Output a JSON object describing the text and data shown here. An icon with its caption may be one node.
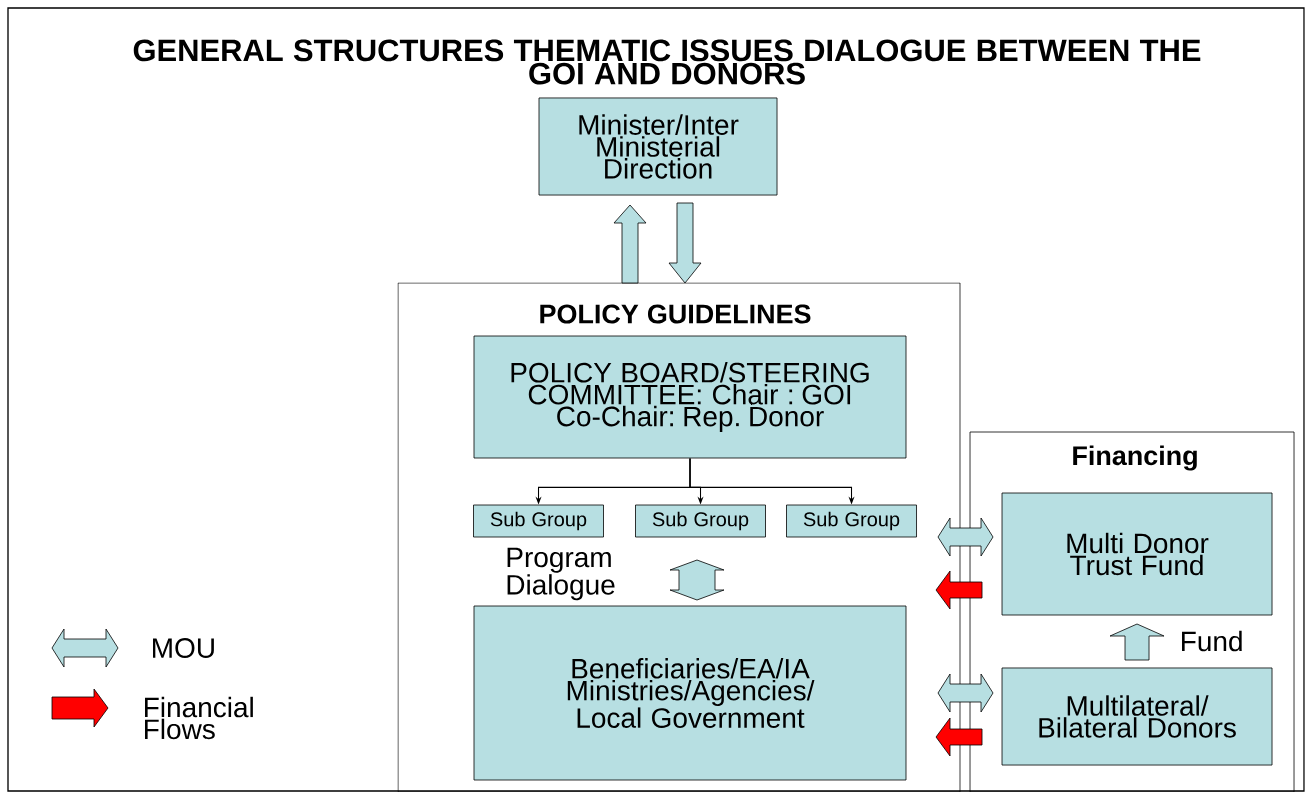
{
  "diagram": {
    "title": "GENERAL STRUCTURES THEMATIC ISSUES DIALOGUE BETWEEN THE GOI AND DONORS",
    "nodes": [
      {
        "text": [
          "Minister/Inter Ministerial Direction"
        ]
      },
      {
        "text": [
          "POLICY GUIDELINES"
        ]
      },
      {
        "text": [
          "POLICY BOARD/STEERING COMMITTEE: Chair : GOI Co-Chair: Rep. Donor"
        ],
        "in": 1
      },
      {
        "text": [
          "Sub Group"
        ],
        "in": 1
      },
      {
        "text": [
          "Sub Group"
        ],
        "in": 1
      },
      {
        "text": [
          "Sub Group"
        ],
        "in": 1
      },
      {
        "text": [
          "Beneficiaries/EA/IA Ministries/Agencies/ Local Government"
        ],
        "in": 1
      },
      {
        "text": [
          "Financing"
        ]
      },
      {
        "text": [
          "Multi Donor Trust Fund"
        ],
        "in": 7
      },
      {
        "text": [
          "Multilateral/ Bilateral Donors"
        ],
        "in": 7
      }
    ],
    "edges": [
      {
        "from": 1,
        "to": 0,
        "arrow": "to"
      },
      {
        "from": 0,
        "to": 1,
        "arrow": "to"
      },
      {
        "from": 2,
        "to": 3,
        "arrow": "to",
        "color": "#000000"
      },
      {
        "from": 2,
        "to": 4,
        "arrow": "to",
        "color": "#000000"
      },
      {
        "from": 2,
        "to": 5,
        "arrow": "to",
        "color": "#000000"
      },
      {
        "from": 4,
        "to": 6,
        "arrow": "both",
        "label": "Program Dialogue"
      },
      {
        "from": 1,
        "to": 8,
        "arrow": "both"
      },
      {
        "from": 8,
        "to": 1,
        "arrow": "to",
        "color": "#ff0000"
      },
      {
        "from": 1,
        "to": 9,
        "arrow": "both"
      },
      {
        "from": 9,
        "to": 1,
        "arrow": "to",
        "color": "#ff0000"
      },
      {
        "from": 9,
        "to": 8,
        "arrow": "to",
        "label": "Fund"
      }
    ],
    "legend": [
      {
        "text": "MOU",
        "color": "#b7dfe2"
      },
      {
        "text": "Financial Flows",
        "color": "#ff0000"
      }
    ]
  }
}
